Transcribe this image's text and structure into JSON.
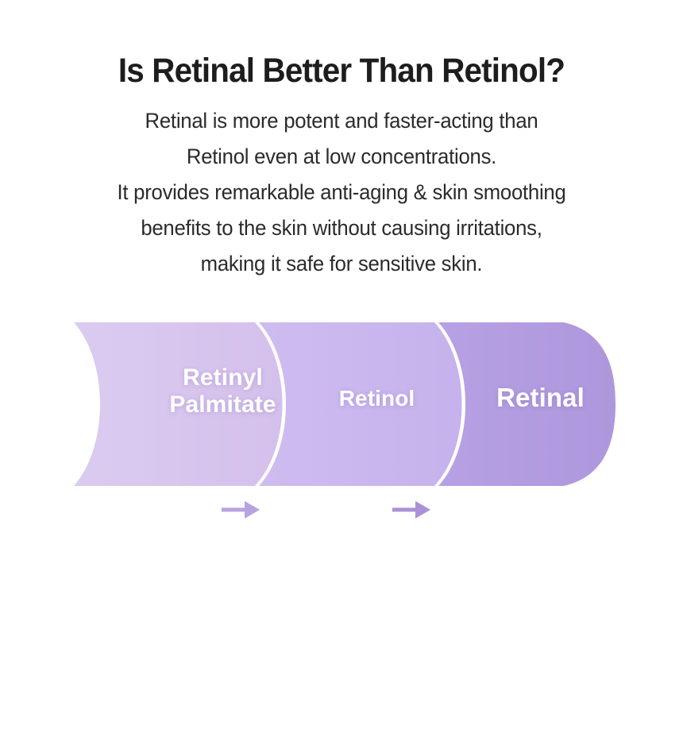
{
  "headline": "Is Retinal Better Than Retinol?",
  "body": {
    "lines": [
      "Retinal is more potent and faster-acting than",
      "Retinol even at low concentrations.",
      "It provides remarkable anti-aging & skin smoothing",
      "benefits to the skin without causing irritations,",
      "making it safe for sensitive skin."
    ]
  },
  "diagram": {
    "type": "potency-progression-band",
    "segments": [
      {
        "label": "Retinyl\nPalmitate",
        "line1": "Retinyl",
        "line2": "Palmitate",
        "color": "#D8C6EE",
        "potency_rank": 1
      },
      {
        "label": "Retinol",
        "line1": "Retinol",
        "line2": "",
        "color": "#CBB8EE",
        "potency_rank": 2
      },
      {
        "label": "Retinal",
        "line1": "Retinal",
        "line2": "",
        "color": "#B39DE0",
        "potency_rank": 3
      }
    ],
    "arrows": [
      {
        "name": "arrow-1",
        "direction": "right",
        "color": "#B8A2DF"
      },
      {
        "name": "arrow-2",
        "direction": "right",
        "color": "#A992D5"
      }
    ],
    "label_color": "#FFFFFF",
    "divider_color": "#FFFFFF"
  },
  "colors": {
    "background": "#FFFFFF",
    "heading": "#1D1D1D",
    "body_text": "#2B2B2B",
    "accent_light": "#D8C6EE",
    "accent_mid": "#CBB8EE",
    "accent_dark": "#B39DE0"
  }
}
